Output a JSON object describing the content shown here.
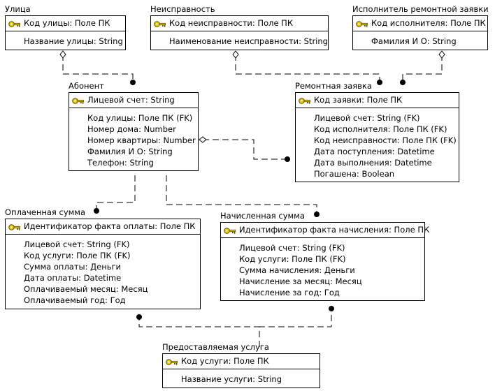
{
  "diagram": {
    "entities": [
      {
        "id": "street",
        "title": "Улица",
        "pk": "Код улицы: Поле ПК",
        "attributes": [
          "Название улицы: String"
        ]
      },
      {
        "id": "fault",
        "title": "Неисправность",
        "pk": "Код неисправности: Поле ПК",
        "attributes": [
          "Наименование неисправности: String"
        ]
      },
      {
        "id": "executor",
        "title": "Исполнитель ремонтной заявки",
        "pk": "Код исполнителя: Поле ПК",
        "attributes": [
          "Фамилия И О: String"
        ]
      },
      {
        "id": "subscriber",
        "title": "Абонент",
        "pk": "Лицевой счет: String",
        "attributes": [
          "Код улицы: Поле ПК (FK)",
          "Номер дома: Number",
          "Номер квартиры: Number",
          "Фамилия И О: String",
          "Телефон: String"
        ]
      },
      {
        "id": "repair",
        "title": "Ремонтная заявка",
        "pk": "Код заявки: Поле ПК",
        "attributes": [
          "Лицевой счет: String (FK)",
          "Код исполнителя: Поле ПК (FK)",
          "Код неисправности: Поле ПК (FK)",
          "Дата поступления: Datetime",
          "Дата выполнения: Datetime",
          "Погашена: Boolean"
        ]
      },
      {
        "id": "paid",
        "title": "Оплаченная сумма",
        "pk": "Идентификатор факта оплаты: Поле ПК",
        "attributes": [
          "Лицевой счет: String (FK)",
          "Код услуги: Поле ПК (FK)",
          "Сумма оплаты: Деньги",
          "Дата оплаты: Datetime",
          "Оплачиваемый месяц: Месяц",
          "Оплачиваемый год: Год"
        ]
      },
      {
        "id": "charged",
        "title": "Начисленная сумма",
        "pk": "Идентификатор факта начисления: Поле ПК",
        "attributes": [
          "Лицевой счет: String (FK)",
          "Код услуги: Поле ПК (FK)",
          "Сумма начисления: Деньги",
          "Начисление за месяц: Месяц",
          "Начисление за год: Год"
        ]
      },
      {
        "id": "service",
        "title": "Предоставляемая услуга",
        "pk": "Код услуги: Поле ПК",
        "attributes": [
          "Название услуги: String"
        ]
      }
    ],
    "relationships": [
      {
        "from": "street",
        "to": "subscriber",
        "optional": true
      },
      {
        "from": "fault",
        "to": "repair",
        "optional": true
      },
      {
        "from": "executor",
        "to": "repair",
        "optional": true
      },
      {
        "from": "subscriber",
        "to": "repair",
        "optional": true
      },
      {
        "from": "subscriber",
        "to": "paid",
        "optional": false
      },
      {
        "from": "subscriber",
        "to": "charged",
        "optional": false
      },
      {
        "from": "service",
        "to": "paid",
        "optional": false
      },
      {
        "from": "service",
        "to": "charged",
        "optional": false
      }
    ]
  }
}
